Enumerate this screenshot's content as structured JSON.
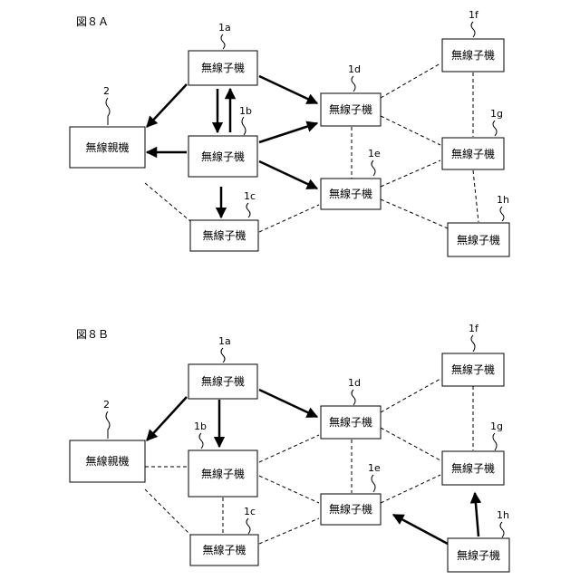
{
  "figures": [
    {
      "title": "図８Ａ",
      "nodes": {
        "base": {
          "label": "無線親機",
          "ref": "2"
        },
        "n1a": {
          "label": "無線子機",
          "ref": "1a"
        },
        "n1b": {
          "label": "無線子機",
          "ref": "1b"
        },
        "n1c": {
          "label": "無線子機",
          "ref": "1c"
        },
        "n1d": {
          "label": "無線子機",
          "ref": "1d"
        },
        "n1e": {
          "label": "無線子機",
          "ref": "1e"
        },
        "n1f": {
          "label": "無線子機",
          "ref": "1f"
        },
        "n1g": {
          "label": "無線子機",
          "ref": "1g"
        },
        "n1h": {
          "label": "無線子機",
          "ref": "1h"
        }
      }
    },
    {
      "title": "図８Ｂ",
      "nodes": {
        "base": {
          "label": "無線親機",
          "ref": "2"
        },
        "n1a": {
          "label": "無線子機",
          "ref": "1a"
        },
        "n1b": {
          "label": "無線子機",
          "ref": "1b"
        },
        "n1c": {
          "label": "無線子機",
          "ref": "1c"
        },
        "n1d": {
          "label": "無線子機",
          "ref": "1d"
        },
        "n1e": {
          "label": "無線子機",
          "ref": "1e"
        },
        "n1f": {
          "label": "無線子機",
          "ref": "1f"
        },
        "n1g": {
          "label": "無線子機",
          "ref": "1g"
        },
        "n1h": {
          "label": "無線子機",
          "ref": "1h"
        }
      }
    }
  ]
}
